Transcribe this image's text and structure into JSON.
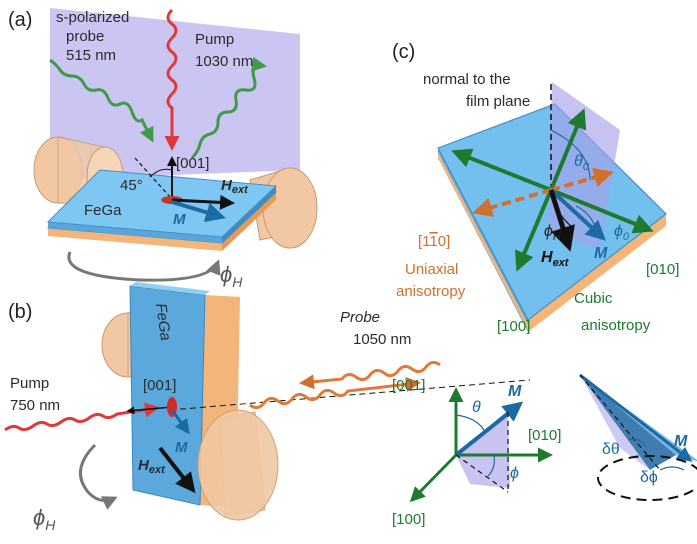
{
  "panel_a": {
    "tag": "(a)",
    "probe_line1": "s-polarized",
    "probe_line2": "probe",
    "probe_line3": "515 nm",
    "pump_line1": "Pump",
    "pump_line2": "1030 nm",
    "axis_001": "[001]",
    "angle": "45°",
    "h_ext": "H",
    "h_ext_sub": "ext",
    "material": "FeGa",
    "m": "M",
    "phi_h": "ϕ",
    "phi_h_sub": "H"
  },
  "panel_b": {
    "tag": "(b)",
    "material": "FeGa",
    "probe_line1": "Probe",
    "probe_line2": "1050 nm",
    "pump_line1": "Pump",
    "pump_line2": "750 nm",
    "axis_001": "[001]",
    "m": "M",
    "h_ext": "H",
    "h_ext_sub": "ext",
    "phi_h": "ϕ",
    "phi_h_sub": "H"
  },
  "panel_c": {
    "tag": "(c)",
    "normal_line1": "normal to the",
    "normal_line2": "film plane",
    "theta0": "θ",
    "theta0_sub": "0",
    "phi0": "ϕ",
    "phi0_sub": "0",
    "phi_h": "ϕ",
    "phi_h_sub": "H",
    "h_ext": "H",
    "h_ext_sub": "ext",
    "m": "M",
    "dir_110": "[1",
    "dir_110_bar": "1",
    "dir_110_end": "0]",
    "uniaxial_line1": "Uniaxial",
    "uniaxial_line2": "anisotropy",
    "dir_010": "[010]",
    "dir_100": "[100]",
    "cubic_line1": "Cubic",
    "cubic_line2": "anisotropy"
  },
  "panel_d": {
    "axis_001": "[001]",
    "theta": "θ",
    "m": "M",
    "axis_010": "[010]",
    "phi": "ϕ",
    "axis_100": "[100]",
    "dtheta": "δθ",
    "dphi": "δϕ",
    "m2": "M"
  },
  "colors": {
    "film": "#6cb8ea",
    "substrate": "#f3b57a",
    "plane": "#b9b3ec",
    "green": "#1e7a2e",
    "orange": "#d0702e",
    "blue": "#1b6aa3",
    "pump_red": "#e0393b",
    "probe_green": "#3f9a4a"
  }
}
